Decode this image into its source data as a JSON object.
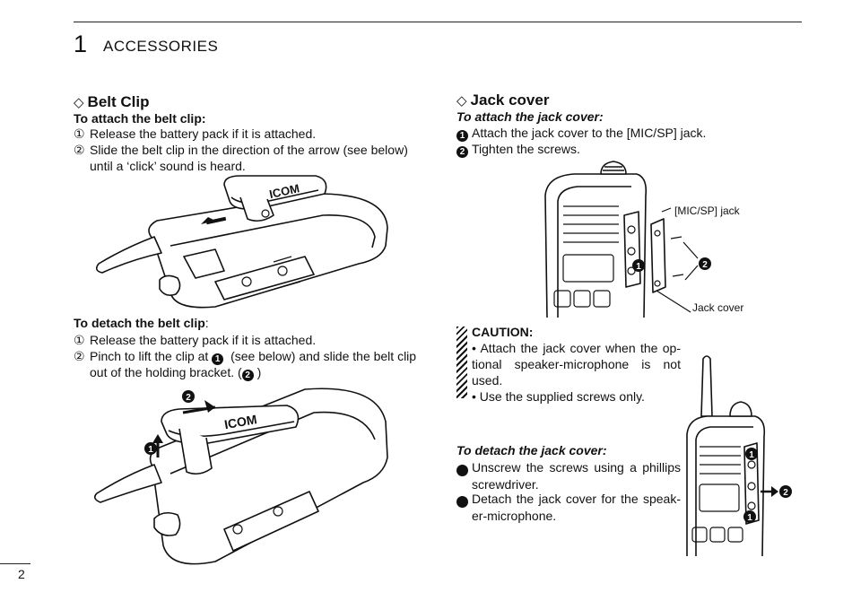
{
  "header": {
    "chapter_number": "1",
    "chapter_title": "ACCESSORIES"
  },
  "belt_clip": {
    "title": "Belt Clip",
    "attach": {
      "heading": "To attach the belt clip:",
      "steps": [
        {
          "num": "①",
          "text": "Release the battery pack if it is attached."
        },
        {
          "num": "②",
          "text": "Slide the belt clip in the direction of the arrow (see below)",
          "cont": "until a ‘click’ sound is heard."
        }
      ]
    },
    "detach": {
      "heading": "To detach the belt clip",
      "heading_suffix": ":",
      "steps": [
        {
          "num": "①",
          "text": "Release the battery pack if it is attached."
        },
        {
          "num": "②",
          "text_a": "Pinch to lift the clip at ",
          "marker": "1",
          "text_b": " (see below) and slide the belt clip",
          "cont_a": "out of the holding bracket. (",
          "cont_marker": "2",
          "cont_b": ")"
        }
      ]
    },
    "figure_brand": "ICOM",
    "figure2_markers": [
      "1",
      "2"
    ]
  },
  "jack_cover": {
    "title": "Jack cover",
    "attach": {
      "heading": "To attach the jack cover:",
      "steps": [
        {
          "marker": "1",
          "text": "Attach the jack cover to the [MIC/SP] jack."
        },
        {
          "marker": "2",
          "text": "Tighten the screws."
        }
      ]
    },
    "figure_labels": {
      "jack": "[MIC/SP] jack",
      "cover": "Jack cover",
      "marker1": "1",
      "marker2": "2"
    },
    "caution": {
      "heading": "CAUTION:",
      "items": [
        "• Attach the jack cover when the op-tional speaker-microphone is not used.",
        "• Use the supplied screws only."
      ]
    },
    "detach": {
      "heading": "To detach the jack cover:",
      "steps": [
        {
          "marker": "1",
          "text": "Unscrew the screws using a phillips screwdriver."
        },
        {
          "marker": "2",
          "text": "Detach the jack cover for the speak-er-microphone."
        }
      ]
    },
    "figure2_markers": [
      "1",
      "2",
      "1"
    ]
  },
  "footer": {
    "page_number": "2"
  }
}
